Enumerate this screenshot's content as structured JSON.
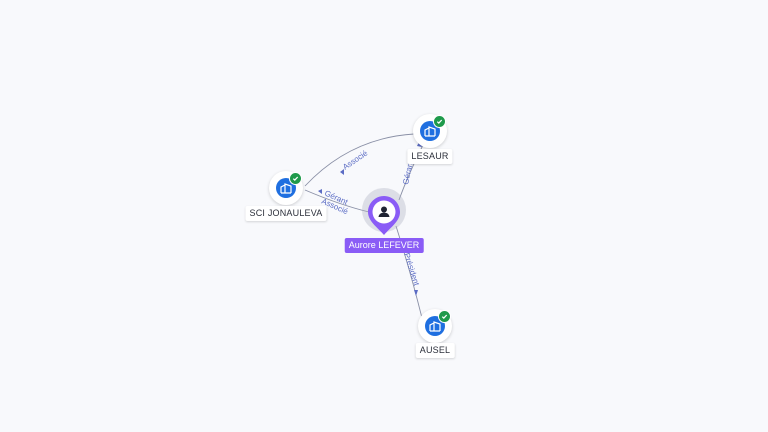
{
  "graph": {
    "person": {
      "name": "Aurore LEFEVER",
      "icon": "person-icon",
      "color": "#8a5cf6"
    },
    "companies": [
      {
        "id": "sci",
        "name": "SCI JONAULEVA",
        "icon": "building-icon",
        "verified": true
      },
      {
        "id": "lesaur",
        "name": "LESAUR",
        "icon": "building-icon",
        "verified": true
      },
      {
        "id": "ausel",
        "name": "AUSEL",
        "icon": "building-icon",
        "verified": true
      }
    ],
    "edges": [
      {
        "from": "lesaur",
        "to": "sci",
        "label": "Associé"
      },
      {
        "from": "person",
        "to": "sci",
        "label": "Gérant"
      },
      {
        "from": "person",
        "to": "sci",
        "label": "Associé"
      },
      {
        "from": "person",
        "to": "lesaur",
        "label": "Gérant"
      },
      {
        "from": "person",
        "to": "ausel",
        "label": "Président"
      }
    ]
  },
  "colors": {
    "company_fill": "#1f6fe0",
    "verified_badge": "#1e9a4b",
    "edge_label": "#5b6cc4"
  }
}
